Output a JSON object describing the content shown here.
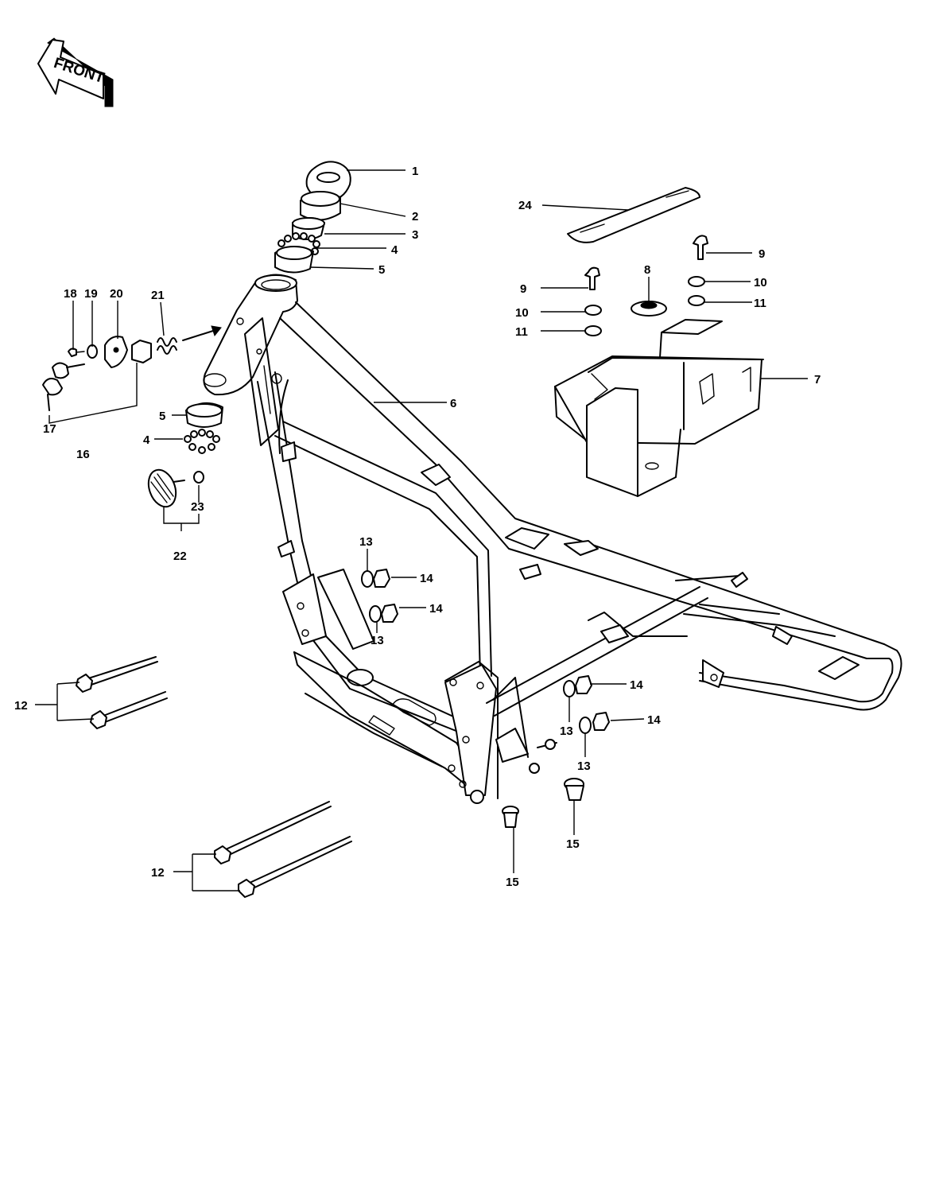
{
  "front_label": "FRONT",
  "labels": [
    {
      "id": "c1",
      "text": "1"
    },
    {
      "id": "c2",
      "text": "2"
    },
    {
      "id": "c3",
      "text": "3"
    },
    {
      "id": "c4a",
      "text": "4"
    },
    {
      "id": "c5a",
      "text": "5"
    },
    {
      "id": "c6",
      "text": "6"
    },
    {
      "id": "c24",
      "text": "24"
    },
    {
      "id": "c9a",
      "text": "9"
    },
    {
      "id": "c10a",
      "text": "10"
    },
    {
      "id": "c11a",
      "text": "11"
    },
    {
      "id": "c8",
      "text": "8"
    },
    {
      "id": "c9b",
      "text": "9"
    },
    {
      "id": "c10b",
      "text": "10"
    },
    {
      "id": "c11b",
      "text": "11"
    },
    {
      "id": "c7",
      "text": "7"
    },
    {
      "id": "c18",
      "text": "18"
    },
    {
      "id": "c19",
      "text": "19"
    },
    {
      "id": "c20",
      "text": "20"
    },
    {
      "id": "c21",
      "text": "21"
    },
    {
      "id": "c17",
      "text": "17"
    },
    {
      "id": "c16",
      "text": "16"
    },
    {
      "id": "c5b",
      "text": "5"
    },
    {
      "id": "c4b",
      "text": "4"
    },
    {
      "id": "c23",
      "text": "23"
    },
    {
      "id": "c22",
      "text": "22"
    },
    {
      "id": "c13a",
      "text": "13"
    },
    {
      "id": "c14a",
      "text": "14"
    },
    {
      "id": "c14b",
      "text": "14"
    },
    {
      "id": "c13b",
      "text": "13"
    },
    {
      "id": "c12a",
      "text": "12"
    },
    {
      "id": "c14c",
      "text": "14"
    },
    {
      "id": "c14d",
      "text": "14"
    },
    {
      "id": "c13c",
      "text": "13"
    },
    {
      "id": "c13d",
      "text": "13"
    },
    {
      "id": "c15a",
      "text": "15"
    },
    {
      "id": "c15b",
      "text": "15"
    },
    {
      "id": "c12b",
      "text": "12"
    }
  ]
}
